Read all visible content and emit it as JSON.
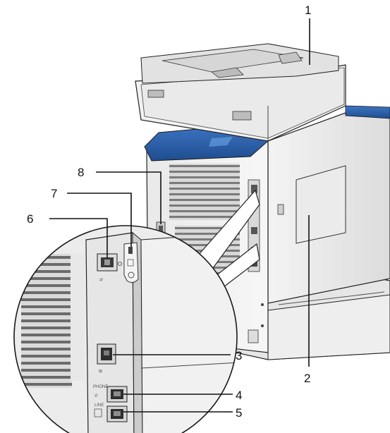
{
  "diagram": {
    "callouts": [
      {
        "id": "1",
        "label": "1"
      },
      {
        "id": "2",
        "label": "2"
      },
      {
        "id": "3",
        "label": "3"
      },
      {
        "id": "4",
        "label": "4"
      },
      {
        "id": "5",
        "label": "5"
      },
      {
        "id": "6",
        "label": "6"
      },
      {
        "id": "7",
        "label": "7"
      },
      {
        "id": "8",
        "label": "8"
      }
    ],
    "port_labels": {
      "phone": "PHONE",
      "line": "LINE"
    },
    "colors": {
      "body": "#f1f1f1",
      "panel": "#e4e4e4",
      "shadow": "#c9c9c9",
      "accent_blue": "#2a5fa8",
      "outline": "#222222"
    }
  }
}
